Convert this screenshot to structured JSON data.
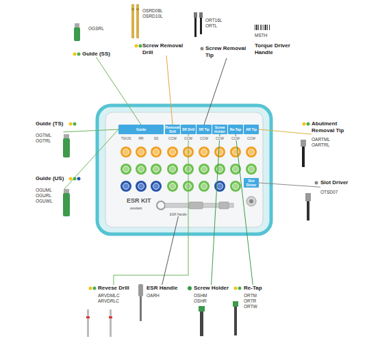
{
  "diagram": {
    "nodes": [
      {
        "text": [
          "Guide (SS)",
          "OGSRL"
        ]
      },
      {
        "text": [
          "Screw Removal Drill",
          "OSRD08L OSRD10L"
        ]
      },
      {
        "text": [
          "Screw Removal Tip",
          "ORT16L ORTL"
        ]
      },
      {
        "text": [
          "Torque Driver Handle",
          "MSTH"
        ]
      },
      {
        "text": [
          "Guide (TS)",
          "OGTML OGTRL"
        ]
      },
      {
        "text": [
          "Guide (US)",
          "OGUML OGURL OGUWL"
        ]
      },
      {
        "text": [
          "Abutment Removal Tip",
          "OARTML OARTRL"
        ]
      },
      {
        "text": [
          "Slot Driver",
          "OTSD07"
        ]
      },
      {
        "text": [
          "Revese Drill",
          "ARVDMLC ARVDRLC"
        ]
      },
      {
        "text": [
          "ESR Handle",
          "OARH"
        ]
      },
      {
        "text": [
          "Screw Holder",
          "OSHM OSHR"
        ]
      },
      {
        "text": [
          "Re-Tap",
          "ORTM ORTR ORTW"
        ]
      },
      {
        "text": [
          "ESR KIT",
          "osstem"
        ]
      },
      {
        "text": [
          "Guide"
        ],
        "in": 12
      },
      {
        "text": [
          "Removal Drill"
        ],
        "in": 12
      },
      {
        "text": [
          "SR Drill"
        ],
        "in": 12
      },
      {
        "text": [
          "SR Tip"
        ],
        "in": 12
      },
      {
        "text": [
          "Screw Holder"
        ],
        "in": 12
      },
      {
        "text": [
          "Re-Tap"
        ],
        "in": 12
      },
      {
        "text": [
          "AR Tip"
        ],
        "in": 12
      },
      {
        "text": [
          "Slot Driver"
        ],
        "in": 12
      },
      {
        "text": [
          "ESR Handle"
        ],
        "in": 12
      }
    ],
    "edges": [
      {
        "from": 0,
        "to": 13,
        "arrow": "none"
      },
      {
        "from": 1,
        "to": 14,
        "arrow": "none"
      },
      {
        "from": 2,
        "to": 16,
        "arrow": "none"
      },
      {
        "from": 4,
        "to": 13,
        "arrow": "none"
      },
      {
        "from": 5,
        "to": 13,
        "arrow": "none"
      },
      {
        "from": 6,
        "to": 19,
        "arrow": "none"
      },
      {
        "from": 7,
        "to": 20,
        "arrow": "none"
      },
      {
        "from": 8,
        "to": 15,
        "arrow": "none"
      },
      {
        "from": 9,
        "to": 21,
        "arrow": "none"
      },
      {
        "from": 10,
        "to": 17,
        "arrow": "none"
      },
      {
        "from": 11,
        "to": 18,
        "arrow": "none"
      }
    ],
    "labels": [
      "TS/US",
      "RR",
      "SS",
      "CCW",
      "CCW",
      "CCW",
      "CCW",
      "CCW",
      "CCW"
    ]
  }
}
